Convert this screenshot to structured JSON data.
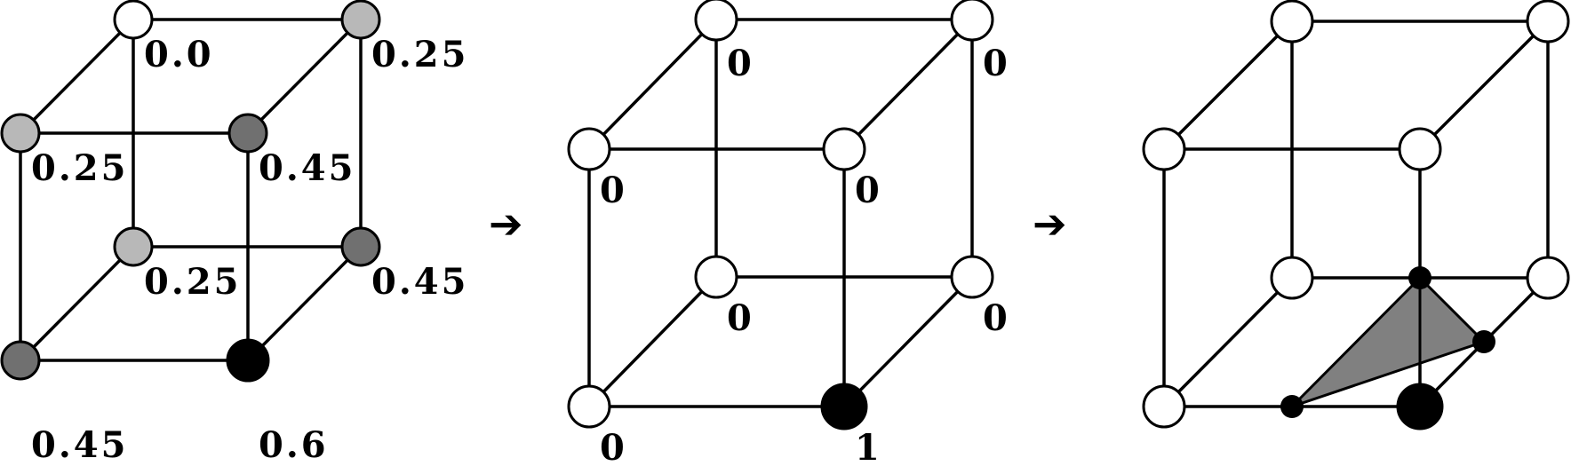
{
  "cube1": {
    "nodes": [
      {
        "id": "back-top-left",
        "label": "0.0",
        "fill": "#ffffff"
      },
      {
        "id": "back-top-right",
        "label": "0.25",
        "fill": "#b8b8b8"
      },
      {
        "id": "back-bottom-left",
        "label": "0.25",
        "fill": "#b8b8b8"
      },
      {
        "id": "back-bottom-right",
        "label": "0.45",
        "fill": "#707070"
      },
      {
        "id": "front-top-left",
        "label": "0.25",
        "fill": "#b8b8b8"
      },
      {
        "id": "front-top-right",
        "label": "0.45",
        "fill": "#707070"
      },
      {
        "id": "front-bottom-left",
        "label": "0.45",
        "fill": "#707070"
      },
      {
        "id": "front-bottom-right",
        "label": "0.6",
        "fill": "#000000"
      }
    ]
  },
  "cube2": {
    "nodes": [
      {
        "id": "back-top-left",
        "label": "0",
        "fill": "#ffffff"
      },
      {
        "id": "back-top-right",
        "label": "0",
        "fill": "#ffffff"
      },
      {
        "id": "back-bottom-left",
        "label": "0",
        "fill": "#ffffff"
      },
      {
        "id": "back-bottom-right",
        "label": "0",
        "fill": "#ffffff"
      },
      {
        "id": "front-top-left",
        "label": "0",
        "fill": "#ffffff"
      },
      {
        "id": "front-top-right",
        "label": "0",
        "fill": "#ffffff"
      },
      {
        "id": "front-bottom-left",
        "label": "0",
        "fill": "#ffffff"
      },
      {
        "id": "front-bottom-right",
        "label": "1",
        "fill": "#000000"
      }
    ]
  },
  "cube3": {
    "nodes": [
      {
        "id": "back-top-left",
        "fill": "#ffffff"
      },
      {
        "id": "back-top-right",
        "fill": "#ffffff"
      },
      {
        "id": "back-bottom-left",
        "fill": "#ffffff"
      },
      {
        "id": "back-bottom-right",
        "fill": "#ffffff"
      },
      {
        "id": "front-top-left",
        "fill": "#ffffff"
      },
      {
        "id": "front-top-right",
        "fill": "#ffffff"
      },
      {
        "id": "front-bottom-left",
        "fill": "#ffffff"
      },
      {
        "id": "front-bottom-right",
        "fill": "#000000"
      }
    ],
    "triangle_fill": "#808080"
  },
  "arrows": [
    "➔",
    "➔"
  ]
}
